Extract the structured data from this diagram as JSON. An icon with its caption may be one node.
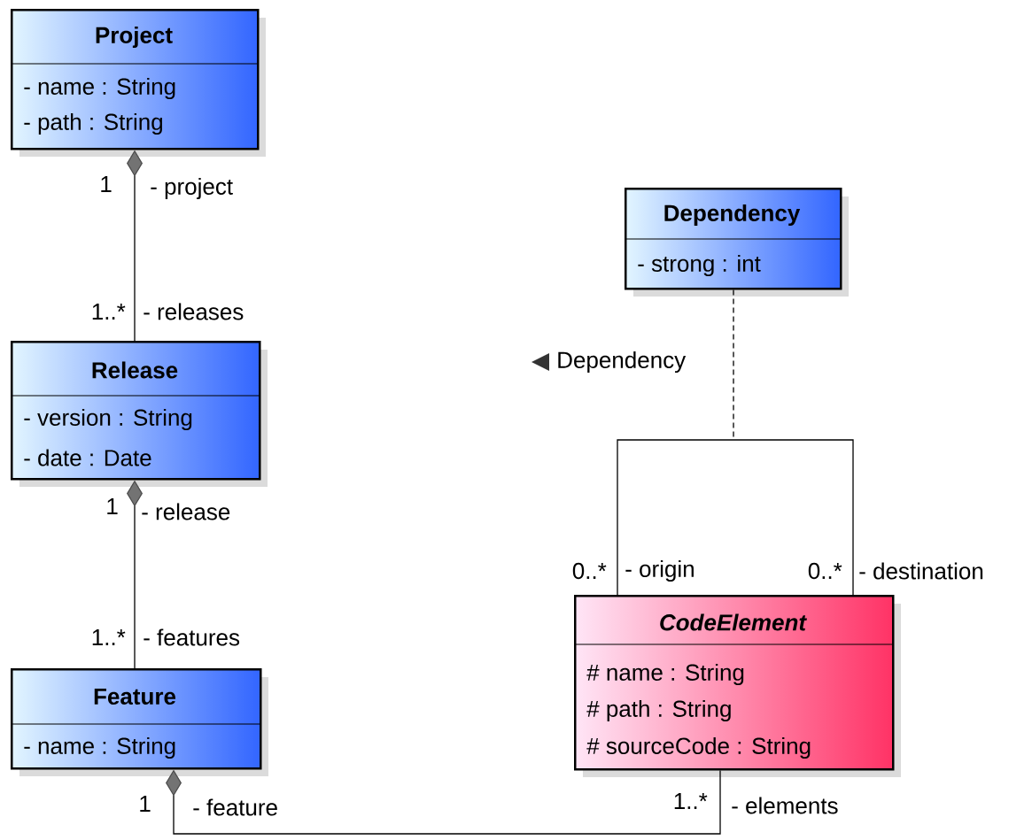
{
  "diagram": {
    "nodes": [
      {
        "text": [
          "Project",
          "- name : String",
          "- path : String"
        ]
      },
      {
        "text": [
          "Release",
          "- version : String",
          "- date : Date"
        ]
      },
      {
        "text": [
          "Feature",
          "- name : String"
        ]
      },
      {
        "text": [
          "Dependency",
          "- strong : int"
        ]
      },
      {
        "text": [
          "CodeElement",
          "# name : String",
          "# path : String",
          "# sourceCode : String"
        ]
      }
    ],
    "edges": [
      {
        "from": 0,
        "to": 1,
        "arrow": "other"
      },
      {
        "from": 1,
        "to": 2,
        "arrow": "other"
      },
      {
        "from": 2,
        "to": 4,
        "arrow": "other"
      },
      {
        "from": 4,
        "to": 4,
        "arrow": "none",
        "label": "Dependency"
      },
      {
        "from": 3,
        "to": null,
        "arrow": "none",
        "style": "dashed"
      }
    ],
    "labels": [
      "1",
      "- project",
      "1..*",
      "- releases",
      "1",
      "- release",
      "1..*",
      "- features",
      "0..*",
      "- origin",
      "0..*",
      "- destination",
      "1",
      "- feature",
      "1..*",
      "- elements"
    ]
  }
}
